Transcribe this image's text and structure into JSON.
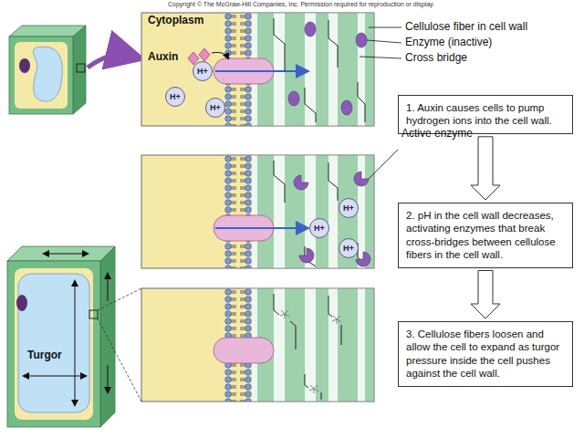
{
  "diagram": {
    "nodes": [
      {
        "text": [
          "H+"
        ]
      },
      {
        "text": [
          "H+"
        ]
      },
      {
        "text": [
          "H+"
        ]
      },
      {
        "text": [
          "1. Auxin causes cells to pump hydrogen ions into the cell wall."
        ]
      },
      {
        "text": [
          "H+"
        ]
      },
      {
        "text": [
          "H+"
        ]
      },
      {
        "text": [
          "H+"
        ]
      },
      {
        "text": [
          "2. pH in the cell wall decreases, activating enzymes that break cross-bridges between cellulose fibers in the cell wall."
        ]
      },
      {
        "text": [
          "3. Cellulose fibers loosen and allow the cell to expand as turgor pressure inside the cell pushes against the cell wall."
        ]
      }
    ],
    "edges": [
      {
        "from": 3,
        "to": 7,
        "arrow": "to"
      },
      {
        "from": 7,
        "to": 8,
        "arrow": "to"
      }
    ],
    "labels": [
      "Copyright © The McGraw-Hill Companies, Inc. Permission required for reproduction or display.",
      "Cytoplasm",
      "Auxin",
      "Cellulose fiber in cell wall",
      "Enzyme (inactive)",
      "Cross bridge",
      "Active enzyme",
      "Turgor"
    ]
  }
}
